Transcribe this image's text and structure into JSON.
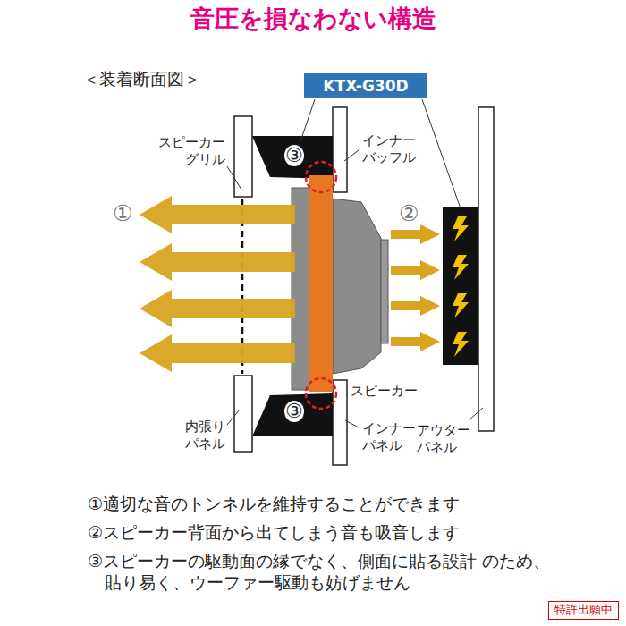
{
  "diagram": {
    "title": "音圧を損なわない構造",
    "nodes": [
      {
        "text": [
          "KTX-G30D"
        ]
      },
      {
        "text": [
          "特許出願中"
        ]
      }
    ],
    "labels": [
      "＜装着断面図＞",
      "①",
      "②",
      "③",
      "③",
      "スピーカー グリル",
      "インナー バッフル",
      "スピーカー",
      "内張り パネル",
      "インナー パネル",
      "アウター パネル",
      "①適切な音のトンネルを維持することができます",
      "②スピーカー背面から出てしまう音も吸音します",
      "③スピーカーの駆動面の縁でなく、側面に貼る設計 のため、貼り易く、ウーファー駆動も妨げません"
    ]
  }
}
